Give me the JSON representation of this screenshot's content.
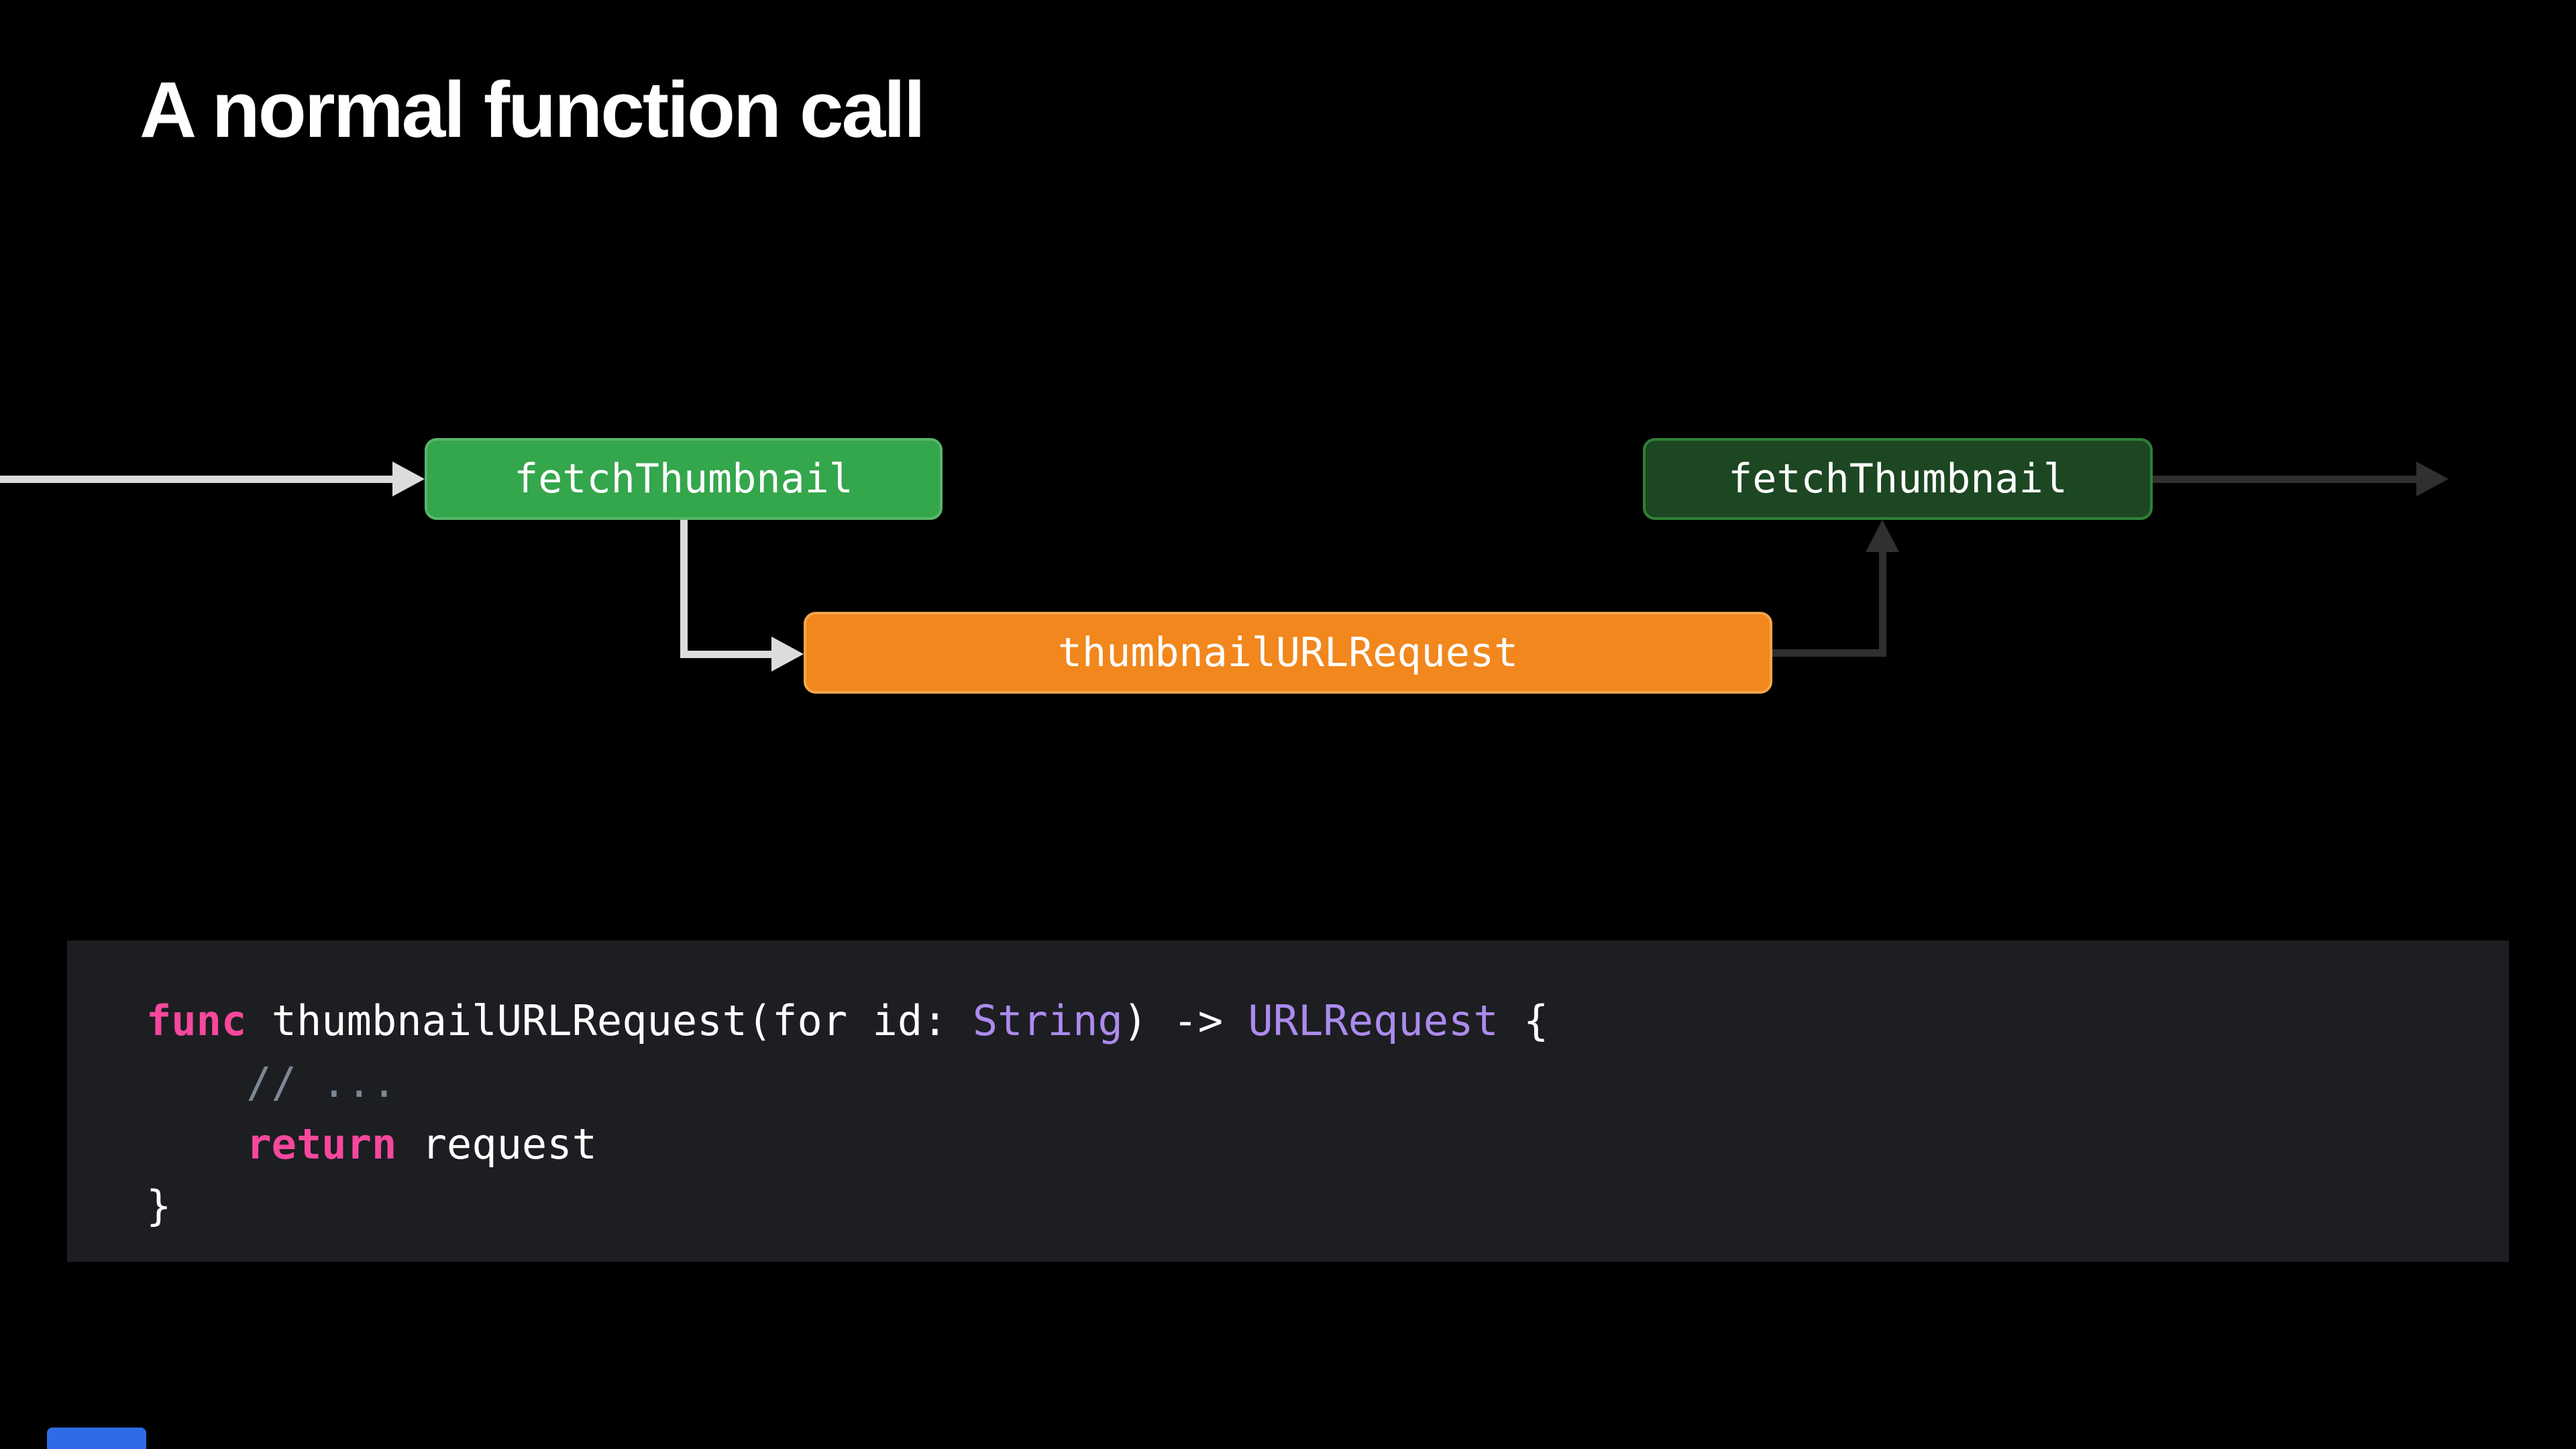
{
  "slide": {
    "title": "A normal function call"
  },
  "diagram": {
    "node_fetch_thumbnail_caller": {
      "label": "fetchThumbnail"
    },
    "node_thumbnail_url_request": {
      "label": "thumbnailURLRequest"
    },
    "node_fetch_thumbnail_resumed": {
      "label": "fetchThumbnail"
    }
  },
  "code": {
    "l1": {
      "kw": "func",
      "p1": " thumbnailURLRequest(for id: ",
      "t1": "String",
      "p2": ") -> ",
      "t2": "URLRequest",
      "p3": " {"
    },
    "l2": {
      "comment": "    // ..."
    },
    "l3": {
      "p0": "    ",
      "kw": "return",
      "p1": " request"
    },
    "l4": {
      "p0": "}"
    }
  },
  "colors": {
    "background": "#000000",
    "title_text": "#ffffff",
    "green_fill": "#34a64c",
    "green_border": "#57b668",
    "dark_green_fill": "#1c4722",
    "dark_green_border": "#2f8036",
    "orange_fill": "#f1871d",
    "orange_border": "#f7a54e",
    "box_label_text": "#ffffff",
    "arrow_light": "#dcdcdc",
    "arrow_dark": "#303032",
    "code_panel_bg": "#1d1e22",
    "code_keyword": "#f5489c",
    "code_type": "#ac8bee",
    "code_comment": "#7d8793",
    "code_plain": "#ffffff",
    "blue_bar": "#2e6be6"
  }
}
